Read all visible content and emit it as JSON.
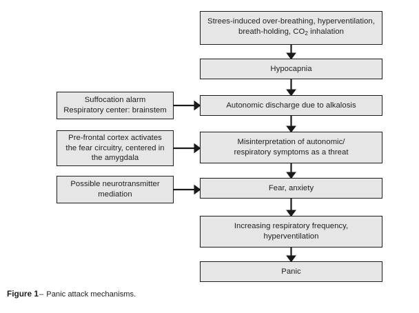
{
  "figure": {
    "caption_label": "Figure 1",
    "caption_dash": "–",
    "caption_text": "Panic attack mechanisms.",
    "background_color": "#ffffff",
    "box_fill_color": "#e6e6e6",
    "box_border_color": "#1a1a1a",
    "text_color": "#1d1d1d",
    "connector_color": "#1a1a1a"
  },
  "diagram": {
    "type": "flowchart",
    "orientation": "top-to-bottom",
    "main_chain": [
      {
        "id": "stress",
        "text": "Strees-induced over-breathing, hyperventilation,\nbreath-holding, CO",
        "text_suffix": " inhalation",
        "subscript": "2",
        "lines": 2
      },
      {
        "id": "hypocapnia",
        "text": "Hypocapnia",
        "lines": 1
      },
      {
        "id": "autonomic-discharge",
        "text": "Autonomic discharge due to alkalosis",
        "lines": 1
      },
      {
        "id": "misinterpretation",
        "text": "Misinterpretation of autonomic/\nrespiratory symptoms as a threat",
        "lines": 2
      },
      {
        "id": "fear-anxiety",
        "text": "Fear, anxiety",
        "lines": 1
      },
      {
        "id": "increasing-respiratory-frequency",
        "text": "Increasing respiratory frequency,\nhyperventilation",
        "lines": 2
      },
      {
        "id": "panic",
        "text": "Panic",
        "lines": 1
      }
    ],
    "side_inputs": [
      {
        "id": "suffocation-alarm",
        "text": "Suffocation alarm\nRespiratory center: brainstem",
        "target": "autonomic-discharge",
        "lines": 2
      },
      {
        "id": "prefrontal-cortex",
        "text": "Pre-frontal cortex activates\nthe fear circuitry, centered in\nthe amygdala",
        "target": "misinterpretation",
        "lines": 3
      },
      {
        "id": "neurotransmitter-mediation",
        "text": "Possible neurotransmitter\nmediation",
        "target": "fear-anxiety",
        "lines": 2
      }
    ],
    "edges": [
      {
        "from": "stress",
        "to": "hypocapnia",
        "direction": "down"
      },
      {
        "from": "hypocapnia",
        "to": "autonomic-discharge",
        "direction": "down"
      },
      {
        "from": "autonomic-discharge",
        "to": "misinterpretation",
        "direction": "down"
      },
      {
        "from": "misinterpretation",
        "to": "fear-anxiety",
        "direction": "down"
      },
      {
        "from": "fear-anxiety",
        "to": "increasing-respiratory-frequency",
        "direction": "down"
      },
      {
        "from": "increasing-respiratory-frequency",
        "to": "panic",
        "direction": "down"
      },
      {
        "from": "suffocation-alarm",
        "to": "autonomic-discharge",
        "direction": "right"
      },
      {
        "from": "prefrontal-cortex",
        "to": "misinterpretation",
        "direction": "right"
      },
      {
        "from": "neurotransmitter-mediation",
        "to": "fear-anxiety",
        "direction": "right"
      }
    ]
  }
}
